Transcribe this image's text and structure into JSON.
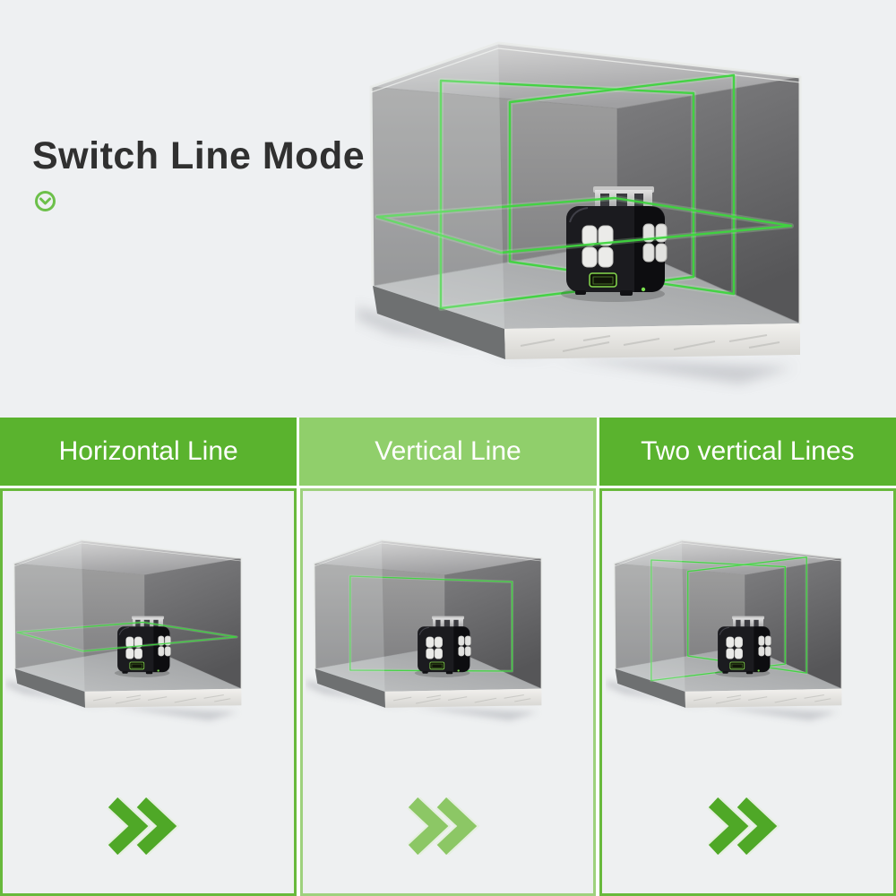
{
  "header": {
    "title": "Switch Line Mode"
  },
  "hero": {
    "mode": "all"
  },
  "modes": [
    {
      "id": "horizontal",
      "label": "Horizontal Line",
      "theme": "dark"
    },
    {
      "id": "vertical",
      "label": "Vertical Line",
      "theme": "light"
    },
    {
      "id": "two-vertical",
      "label": "Two vertical Lines",
      "theme": "dark"
    }
  ],
  "colors": {
    "page_bg": "#eef0f2",
    "title_text": "#303030",
    "banner_text": "#ffffff",
    "green_dark": "#5ab32e",
    "green_light": "#90cf6b",
    "border_dark": "#68b93c",
    "border_light": "#9ed17d",
    "chevron_dark": "#4fa827",
    "chevron_light": "#8cc765",
    "chevron_halo": "#d9eec9",
    "laser": "#3ed43e",
    "laser_glow": "#b9ffb9",
    "icon_green": "#6cc04a"
  }
}
